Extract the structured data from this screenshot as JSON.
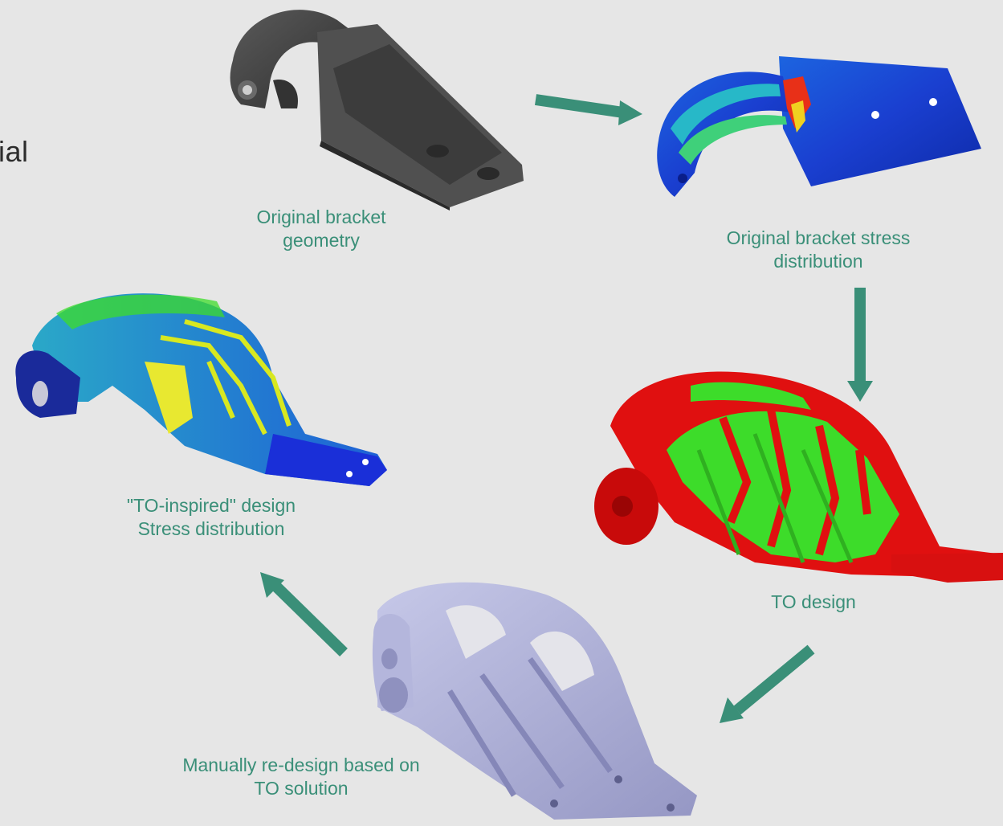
{
  "fragment_text": "ial",
  "captions": {
    "original_geometry": [
      "Original bracket",
      "geometry"
    ],
    "original_stress": [
      "Original bracket stress",
      "distribution"
    ],
    "to_design": [
      "TO design"
    ],
    "manual_redesign": [
      "Manually re-design based on",
      "TO solution"
    ],
    "to_inspired": [
      "\"TO-inspired\" design",
      "Stress distribution"
    ]
  },
  "colors": {
    "background": "#e6e6e6",
    "caption": "#3a8f78",
    "arrow": "#3a8f78",
    "bracket_dark": "#4a4a4a",
    "stress_blue": "#1a3fd0",
    "stress_red": "#e01010",
    "stress_green": "#3ddc2a",
    "redesign_lilac": "#aeb0d6"
  }
}
